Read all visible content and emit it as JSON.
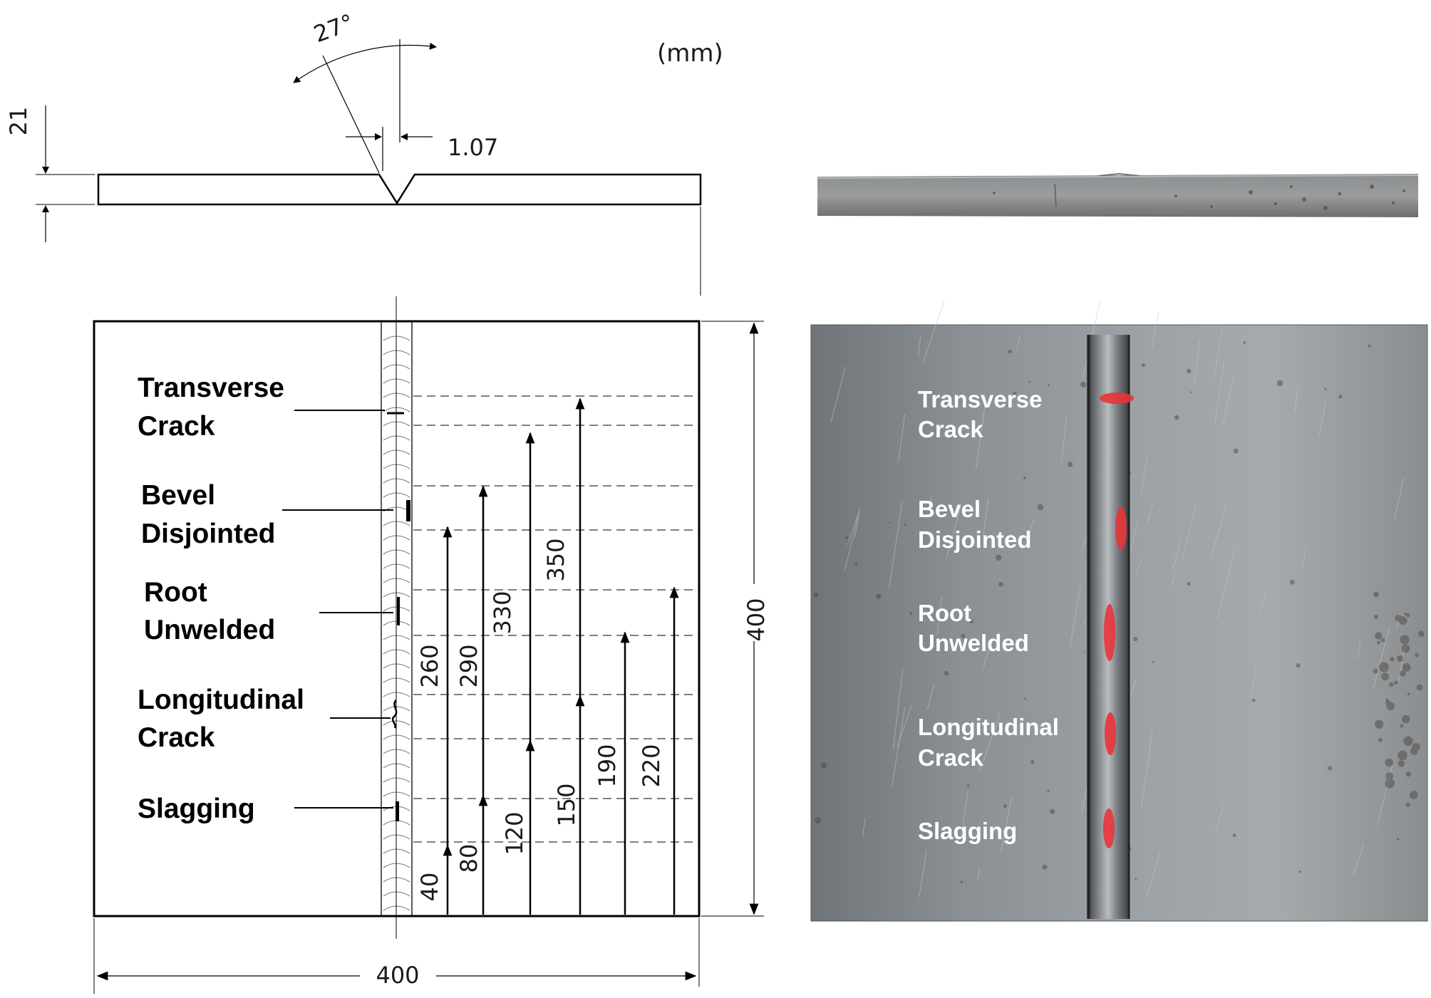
{
  "units": "(mm)",
  "cross_section": {
    "bevel_angle": "27°",
    "root_gap": "1.07",
    "thickness": "21"
  },
  "plate": {
    "width": "400",
    "height": "400"
  },
  "defects": [
    {
      "label_line1": "Transverse",
      "label_line2": "Crack"
    },
    {
      "label_line1": "Bevel",
      "label_line2": "Disjointed"
    },
    {
      "label_line1": "Root",
      "label_line2": "Unwelded"
    },
    {
      "label_line1": "Longitudinal",
      "label_line2": "Crack"
    },
    {
      "label_line1": "Slagging",
      "label_line2": ""
    }
  ],
  "positions": [
    {
      "start": "40",
      "end": "260"
    },
    {
      "start": "80",
      "end": "290"
    },
    {
      "start": "120",
      "end": "330"
    },
    {
      "start": "150",
      "end": "350"
    },
    {
      "start": "",
      "end": "190"
    },
    {
      "start": "",
      "end": "220"
    }
  ],
  "photo": {
    "marker_color": "#e8343a",
    "plate_color": "#8e9296"
  }
}
